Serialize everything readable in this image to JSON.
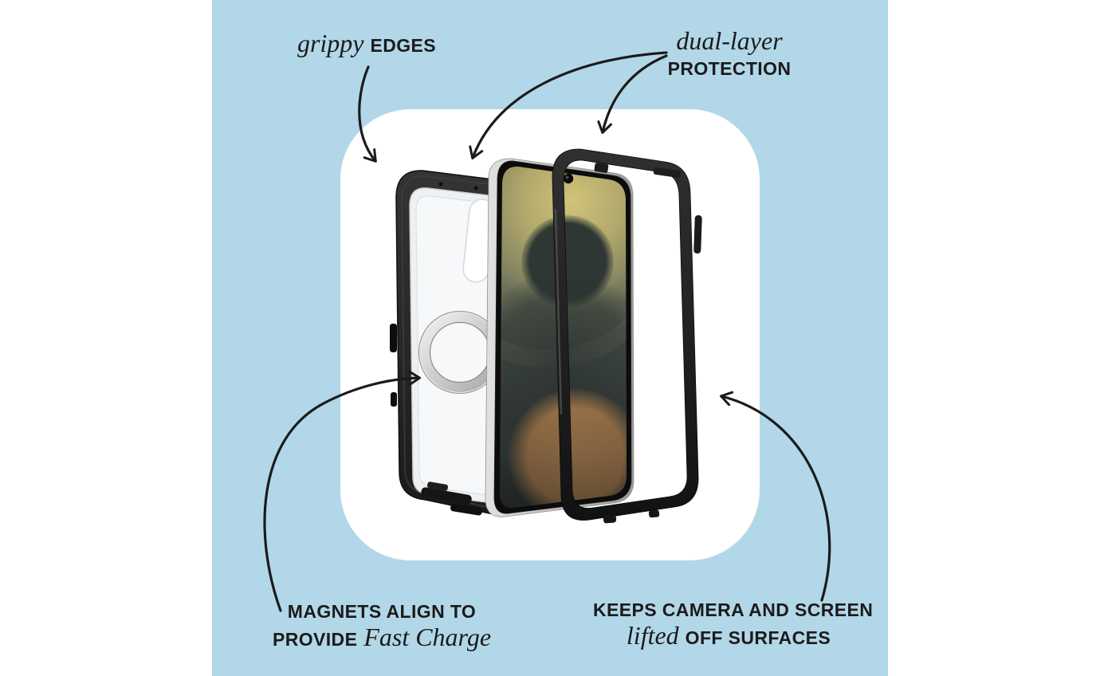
{
  "page": {
    "title": "Phone case feature callouts"
  },
  "colors": {
    "page_bg": "#ffffff",
    "panel_blue": "#b2d7e8",
    "card_white": "#ffffff",
    "ink": "#1b1b1b",
    "case_black": "#262626",
    "silver": "#c6c6c4",
    "wallpaper_olive": "#6f7257",
    "wallpaper_gold": "#d2c478",
    "wallpaper_dark": "#343d39",
    "wallpaper_bronze": "#a87c4e"
  },
  "callouts": {
    "grippy_edges": {
      "italic": "grippy",
      "caps": "EDGES"
    },
    "dual_layer": {
      "italic": "dual-layer",
      "caps": "PROTECTION"
    },
    "magnets": {
      "line1": "MAGNETS ALIGN TO",
      "line2_caps": "PROVIDE",
      "line2_italic": "Fast Charge"
    },
    "lifted": {
      "line1": "KEEPS CAMERA AND SCREEN",
      "line2_italic": "lifted",
      "line2_caps": "OFF SURFACES"
    }
  },
  "product": {
    "components": [
      "back-case",
      "phone",
      "front-frame"
    ],
    "features": [
      "magsafe-ring",
      "camera-punch-hole"
    ]
  }
}
